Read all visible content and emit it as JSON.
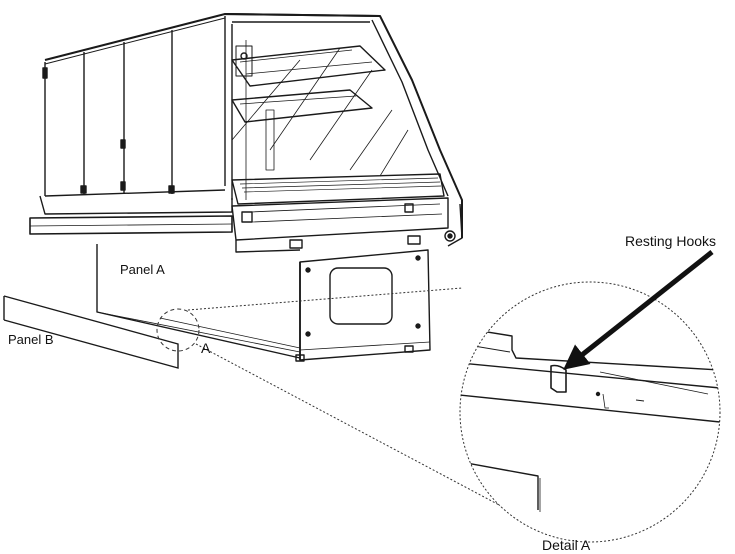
{
  "labels": {
    "panel_a": "Panel A",
    "panel_b": "Panel B",
    "detail_marker": "A",
    "resting_hooks": "Resting Hooks",
    "detail_caption": "Detail A"
  },
  "colors": {
    "line": "#1a1a1a",
    "background": "#ffffff"
  }
}
